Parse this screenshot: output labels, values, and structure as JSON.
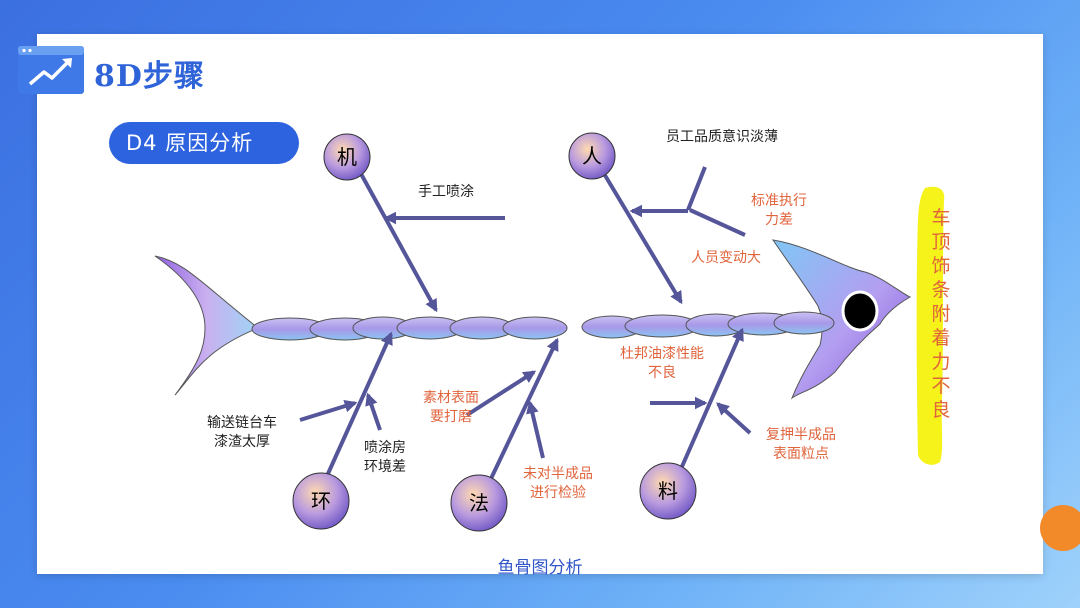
{
  "header": {
    "title": "8D步骤"
  },
  "section": {
    "label": "D4 原因分析"
  },
  "colors": {
    "accent": "#2e63df",
    "arrow": "#55559a",
    "red_text": "#e0643c",
    "highlight": "#f4f200"
  },
  "fishbone": {
    "problem": [
      "车",
      "顶",
      "饰",
      "条",
      "附",
      "着",
      "力",
      "不",
      "良"
    ],
    "categories": {
      "machine": "机",
      "man": "人",
      "environment": "环",
      "method": "法",
      "material": "料"
    },
    "causes": {
      "hand_spray": "手工喷涂",
      "quality_awareness": "员工品质意识淡薄",
      "standard_line1": "标准执行",
      "standard_line2": "力差",
      "personnel_change": "人员变动大",
      "paint_line1": "杜邦油漆性能",
      "paint_line2": "不良",
      "conveyor_line1": "输送链台车",
      "conveyor_line2": "漆渣太厚",
      "booth_line1": "喷涂房",
      "booth_line2": "环境差",
      "sanding_line1": "素材表面",
      "sanding_line2": "要打磨",
      "inspect_line1": "未对半成品",
      "inspect_line2": "进行检验",
      "particles_line1": "复押半成品",
      "particles_line2": "表面粒点"
    }
  },
  "caption": "鱼骨图分析"
}
